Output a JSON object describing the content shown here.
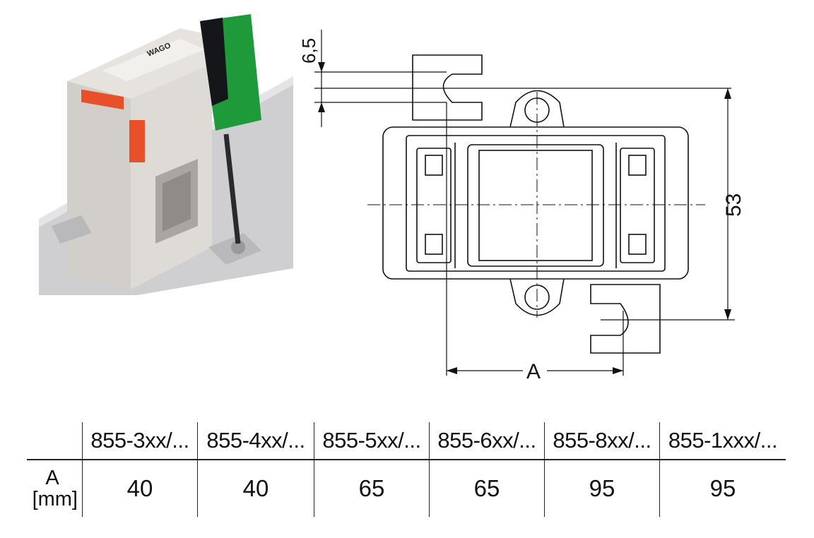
{
  "drawing": {
    "dim_top": "6,5",
    "dim_height": "53",
    "dim_width": "A"
  },
  "photo": {
    "brand_label": "WAGO"
  },
  "table": {
    "columns": [
      "855-3xx/...",
      "855-4xx/...",
      "855-5xx/...",
      "855-6xx/...",
      "855-8xx/...",
      "855-1xxx/..."
    ],
    "row_label_line1": "A",
    "row_label_line2": "[mm]",
    "values": [
      "40",
      "40",
      "65",
      "65",
      "95",
      "95"
    ]
  },
  "colors": {
    "housing": "#d9d6d2",
    "housing_shadow": "#a9a6a2",
    "terminal_orange": "#e8502a",
    "screwdriver_green": "#1f9a3a",
    "rail": "#c9c9cc",
    "line": "#111111"
  }
}
